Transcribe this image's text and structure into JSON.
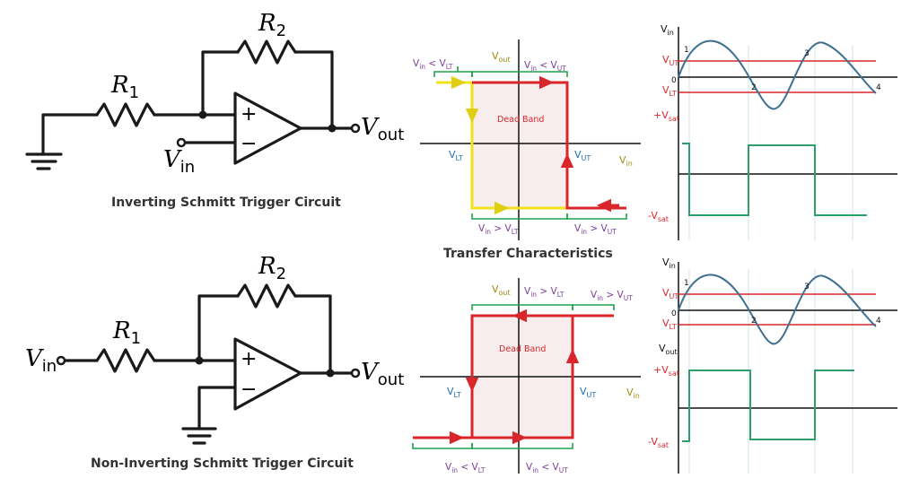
{
  "captions": {
    "inverting": "Inverting Schmitt Trigger Circuit",
    "non_inverting": "Non-Inverting Schmitt Trigger Circuit",
    "transfer": "Transfer Characteristics"
  },
  "circuit": {
    "r1": "R",
    "r1_sub": "1",
    "r2": "R",
    "r2_sub": "2",
    "v": "V",
    "in_sub": "in",
    "out_sub": "out",
    "plus": "+",
    "minus": "−"
  },
  "labels": {
    "V": "V",
    "in": "in",
    "out": "out",
    "LT": "LT",
    "UT": "UT",
    "sat": "sat",
    "lt_sign": " < ",
    "gt_sign": " > ",
    "plus_prefix": "+",
    "minus_prefix": "-",
    "dead_band": "Dead Band",
    "point_1": "1",
    "point_2": "2",
    "point_3": "3",
    "point_4": "4",
    "zero": "0"
  },
  "colors": {
    "wire": "#1a1a1a",
    "threshold": "#d9262b",
    "yellow": "#f2e21c",
    "axis": "#111111",
    "bracket": "#1aa34a",
    "purple": "#7a3d99",
    "blue": "#1f6fb0",
    "olive": "#a08a10",
    "sine": "#3f7090",
    "square": "#2e9e6b",
    "deadband_fill": "#f7eded",
    "guide": "#cfe5e5"
  }
}
